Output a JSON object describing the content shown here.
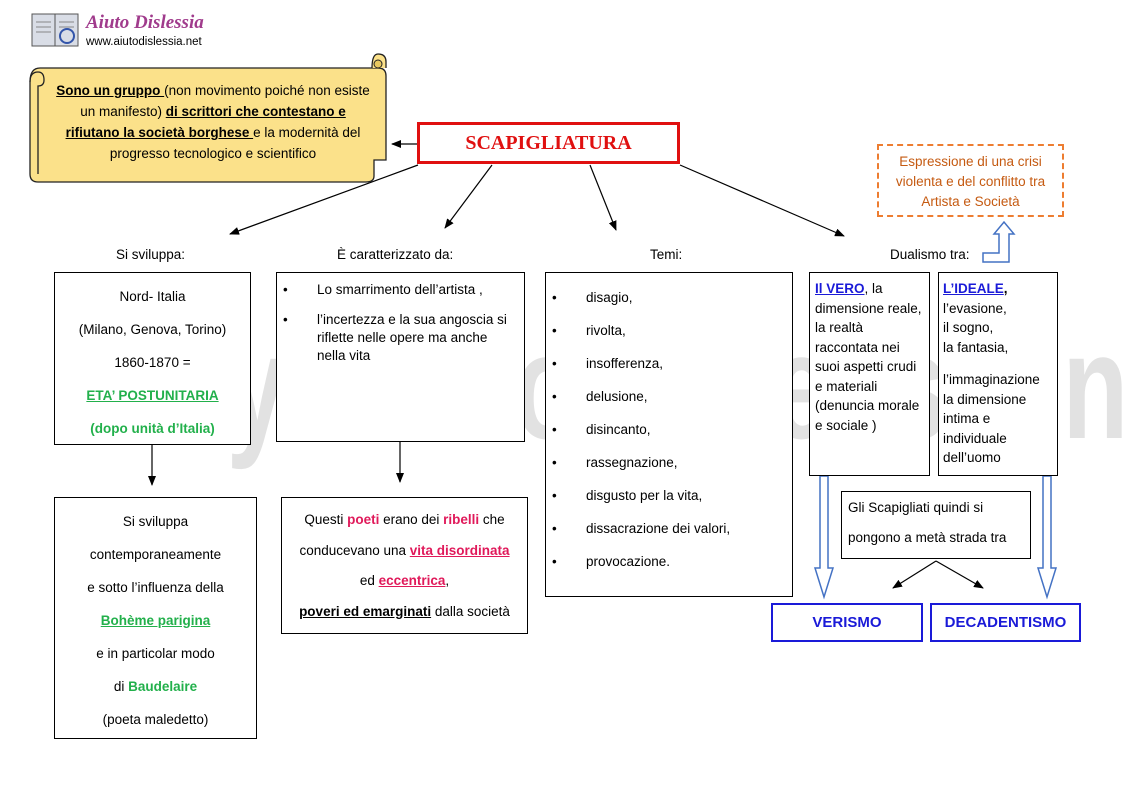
{
  "logo": {
    "title": "Aiuto Dislessia",
    "url": "www.aiutodislessia.net"
  },
  "watermark": "By AiutoDislessia.net",
  "scroll": {
    "p1": "Sono un gruppo ",
    "p2": "(non movimento poiché non esiste un manifesto) ",
    "p3": "di scrittori che contestano e rifiutano la società  borghese ",
    "p4": "e la modernità del progresso tecnologico e scientifico"
  },
  "title": "SCAPIGLIATURA",
  "crisis_note": "Espressione di una crisi violenta e del conflitto tra Artista e Società",
  "headers": {
    "sviluppa": "Si sviluppa:",
    "caratterizzato": "È caratterizzato da:",
    "temi": "Temi:",
    "dualismo": "Dualismo tra:"
  },
  "sviluppa_box": {
    "line1": "Nord- Italia",
    "line2": "(Milano, Genova, Torino)",
    "line3": "1860-1870 =",
    "line4": "ETA’ POSTUNITARIA",
    "line5": "(dopo unità d’Italia)"
  },
  "boheme_box": {
    "line1": "Si sviluppa",
    "line2": "contemporaneamente",
    "line3": "e sotto  l’influenza della",
    "line4": "Bohème parigina",
    "line5": "e in particolar  modo",
    "line6a": "di ",
    "line6b": "Baudelaire",
    "line7": "(poeta maledetto)"
  },
  "caratterizzato_items": [
    "Lo smarrimento dell’artista ,",
    "l’incertezza e la sua angoscia si riflette nelle opere ma anche nella vita"
  ],
  "poeti_box": {
    "a1": "Questi ",
    "a2": "poeti",
    "a3": " erano dei ",
    "a4": "ribelli",
    "a5": " che",
    "b1": "conducevano una ",
    "b2": "vita disordinata",
    "c1": "ed ",
    "c2": "eccentrica",
    "c3": ",",
    "d1": "poveri ed emarginati",
    "d2": " dalla società"
  },
  "temi": [
    "disagio,",
    "rivolta,",
    "insofferenza,",
    "delusione,",
    "disincanto,",
    "rassegnazione,",
    "disgusto per la vita,",
    "dissacrazione dei valori,",
    "provocazione."
  ],
  "vero_box": {
    "key": "Il VERO",
    "rest": ", la dimensione reale, la realtà raccontata nei suoi aspetti crudi e materiali (denuncia morale e sociale )"
  },
  "ideale_box": {
    "key": "L’IDEALE",
    "comma": ",",
    "l1": "l’evasione,",
    "l2": "il sogno,",
    "l3": "la fantasia,",
    "l4": "l’immaginazione la dimensione intima e individuale dell’uomo"
  },
  "scapigliati_box": {
    "line1": "Gli Scapigliati quindi si",
    "line2": "pongono a metà strada tra"
  },
  "verismo": "VERISMO",
  "decadentismo": "DECADENTISMO",
  "colors": {
    "title_border": "#e01010",
    "title_text": "#e01010",
    "scroll_fill": "#fbe18a",
    "note_border": "#ed7d31",
    "note_text": "#c55a11",
    "outcome_border": "#1a1ad8",
    "green": "#22b04b",
    "pink": "#e0195a"
  }
}
